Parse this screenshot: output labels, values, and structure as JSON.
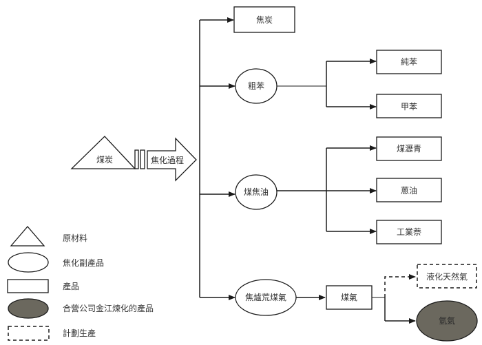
{
  "colors": {
    "stroke": "#1a1a1a",
    "text": "#333333",
    "jv_fill": "#6b685e",
    "background": "#ffffff"
  },
  "raw_material": {
    "label": "煤炭"
  },
  "process": {
    "label": "焦化過程"
  },
  "nodes": {
    "coke": "焦炭",
    "crude_benzene": "粗苯",
    "pure_benzene": "純苯",
    "toluene": "甲苯",
    "coal_tar": "煤焦油",
    "coal_pitch": "煤瀝青",
    "anthracene_oil": "蒽油",
    "industrial_naphthalene": "工業萘",
    "coke_oven_gas": "焦爐荒煤氣",
    "coal_gas": "煤氣",
    "lng": "液化天然氣",
    "hydrogen": "氫氣"
  },
  "legend": {
    "raw_material": "原材料",
    "coking_byproduct": "焦化副產品",
    "product": "產品",
    "jv_product": "合營公司金江煉化的產品",
    "planned": "計劃生產"
  }
}
